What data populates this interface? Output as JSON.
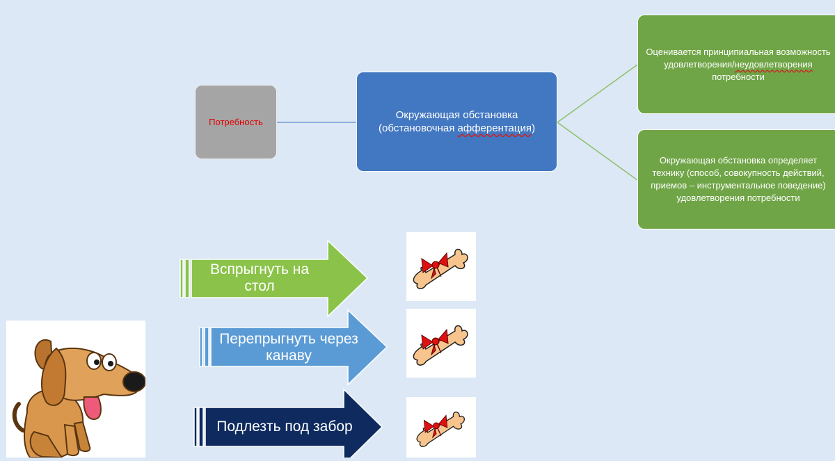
{
  "diagram": {
    "need": "Потребность",
    "environment": {
      "line1": "Окружающая обстановка",
      "line2_before": "(обстановочная ",
      "line2_marked": "афферентация",
      "line2_after": ")"
    },
    "outcome_top": {
      "line1": "Оценивается принципиальная возможность",
      "line2_before": "удовлетворения/",
      "line2_marked": "неудовлетворения",
      "line3": "потребности"
    },
    "outcome_bottom": "Окружающая обстановка определяет технику (способ, совокупность действий, приемов – инструментальное поведение) удовлетворения потребности"
  },
  "actions": [
    {
      "label": "Вспрыгнуть на стол",
      "color": "#8bc34a"
    },
    {
      "label": "Перепрыгнуть через канаву",
      "color": "#5b9bd5"
    },
    {
      "label": "Подлезть под забор",
      "color": "#0e2a5e"
    }
  ],
  "colors": {
    "background": "#dce8f5",
    "need_box": "#a5a5a5",
    "environment_box": "#4277c1",
    "outcome_box": "#70a547",
    "bow": "#e01010",
    "bone": "#f7c48e"
  },
  "icons": [
    "dog-illustration",
    "bone-with-bow-icon"
  ]
}
